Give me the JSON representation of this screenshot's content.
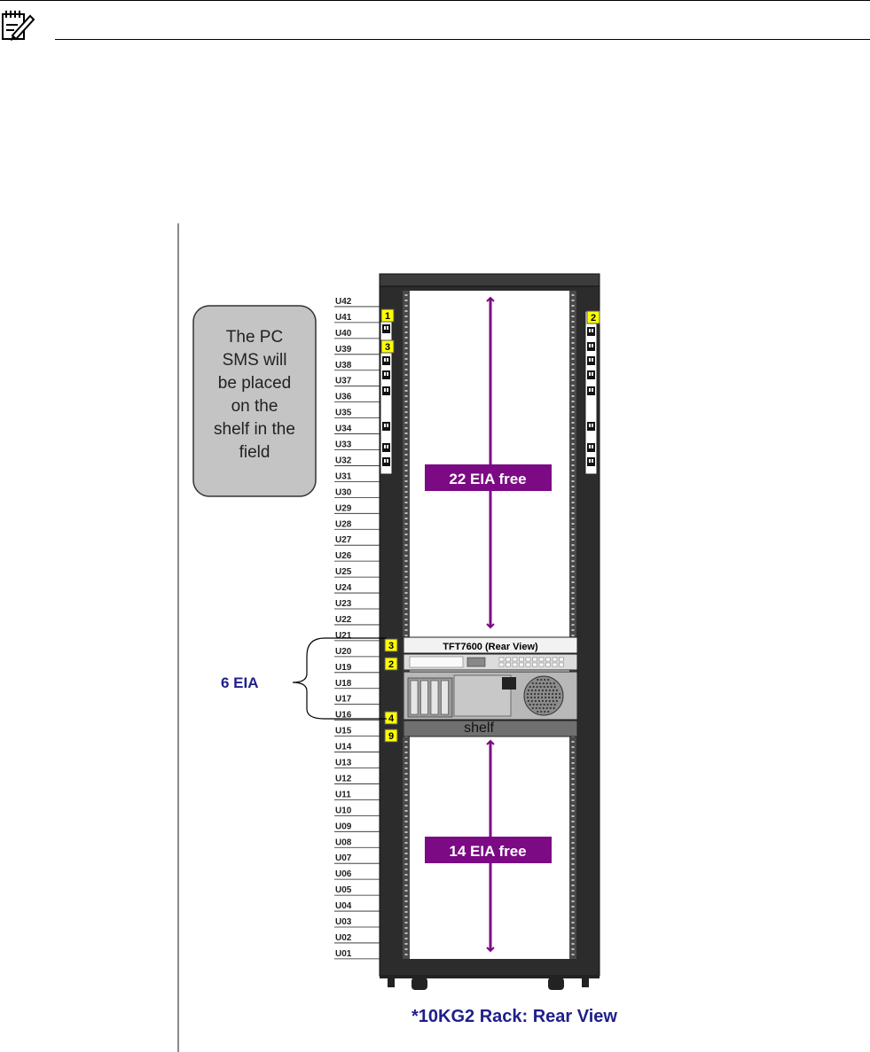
{
  "note": {
    "icon": "note-icon"
  },
  "callout": {
    "lines": [
      "The PC",
      "SMS will",
      "be placed",
      "on the",
      "shelf in the",
      "field"
    ]
  },
  "rack_units": [
    "U42",
    "U41",
    "U40",
    "U39",
    "U38",
    "U37",
    "U36",
    "U35",
    "U34",
    "U33",
    "U32",
    "U31",
    "U30",
    "U29",
    "U28",
    "U27",
    "U26",
    "U25",
    "U24",
    "U23",
    "U22",
    "U21",
    "U20",
    "U19",
    "U18",
    "U17",
    "U16",
    "U15",
    "U14",
    "U13",
    "U12",
    "U11",
    "U10",
    "U09",
    "U08",
    "U07",
    "U06",
    "U05",
    "U04",
    "U03",
    "U02",
    "U01"
  ],
  "pdu_left": {
    "badge_top": "1",
    "badge_mid": "3"
  },
  "pdu_right": {
    "badge_top": "2"
  },
  "free_top": "22 EIA free",
  "free_bottom": "14 EIA free",
  "bracket_label": "6 EIA",
  "devices": {
    "monitor": {
      "badge": "3",
      "label": "TFT7600 (Rear View)"
    },
    "kvm": {
      "badge": "2"
    },
    "pc": {
      "badge": "4"
    },
    "shelf": {
      "badge": "9",
      "label": "shelf"
    }
  },
  "caption": "*10KG2 Rack: Rear View",
  "colors": {
    "accent": "#7b0a84",
    "label_blue": "#1f1f8a",
    "badge": "#ffff00",
    "callout_fill": "#c4c4c4"
  }
}
